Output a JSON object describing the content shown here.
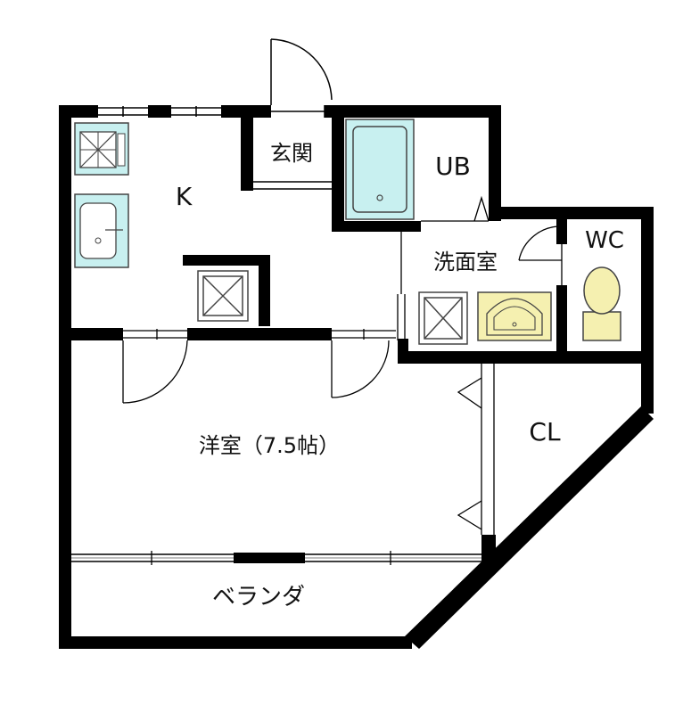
{
  "rooms": {
    "kitchen": "K",
    "entrance": "玄関",
    "bath": "UB",
    "washroom": "洗面室",
    "toilet": "WC",
    "western_room": "洋室（7.5帖）",
    "closet": "CL",
    "veranda": "ベランダ"
  },
  "colors": {
    "wall": "#000000",
    "fixture_cyan": "#c8f0f0",
    "fixture_cream": "#f5f0b0",
    "fixture_stroke": "#444444"
  },
  "icons": [
    "stove-icon",
    "sink-icon",
    "bathtub-icon",
    "wash-basin-icon",
    "toilet-icon",
    "storage-box-icon"
  ]
}
